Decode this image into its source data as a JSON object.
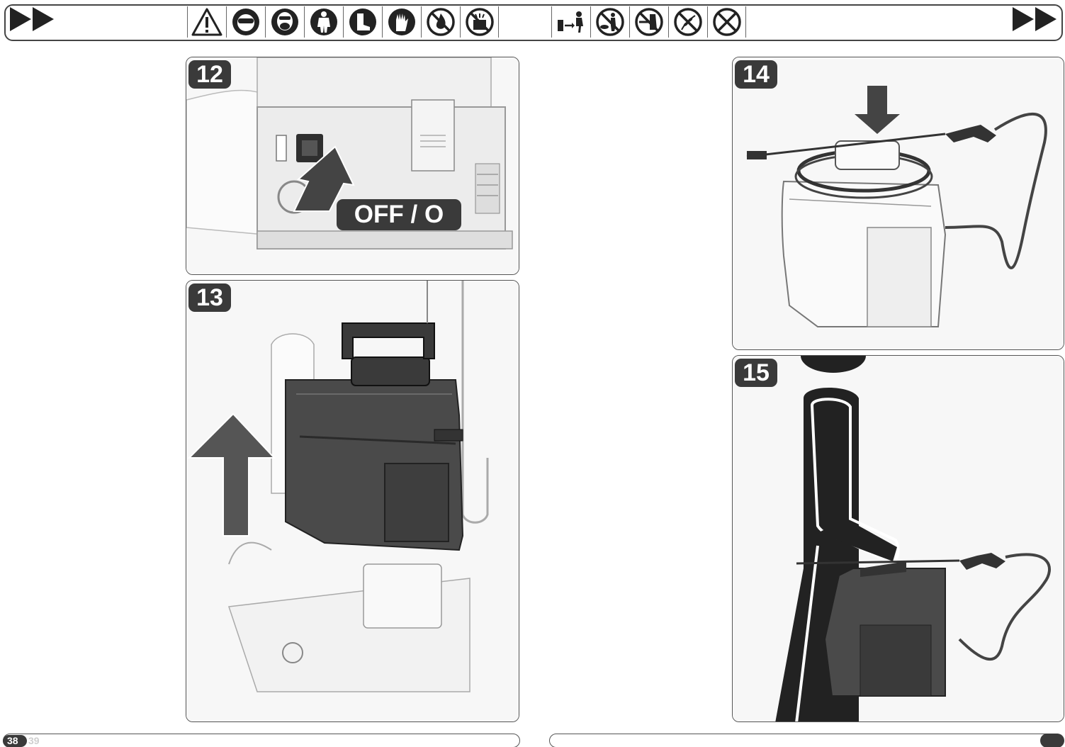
{
  "steps": [
    {
      "number": "12",
      "label": "OFF / O"
    },
    {
      "number": "13"
    },
    {
      "number": "14"
    },
    {
      "number": "15"
    }
  ],
  "footer": {
    "page_left": "38",
    "page_right": "39"
  },
  "icons_group_a": [
    "warning-icon",
    "eye-protection-icon",
    "respirator-icon",
    "protective-suit-icon",
    "protective-boots-icon",
    "gloves-icon",
    "no-flammables-icon",
    "no-water-spray-icon"
  ],
  "icons_group_b": [
    "keep-distance-icon",
    "no-spraying-people-animals-icon",
    "no-spraying-electrical-icon",
    "no-spraying-plants-icon",
    "prohibited-icon"
  ],
  "colors": {
    "badge": "#3a3a3a",
    "tank_dark": "#4a4a4a",
    "outline": "#555555"
  }
}
